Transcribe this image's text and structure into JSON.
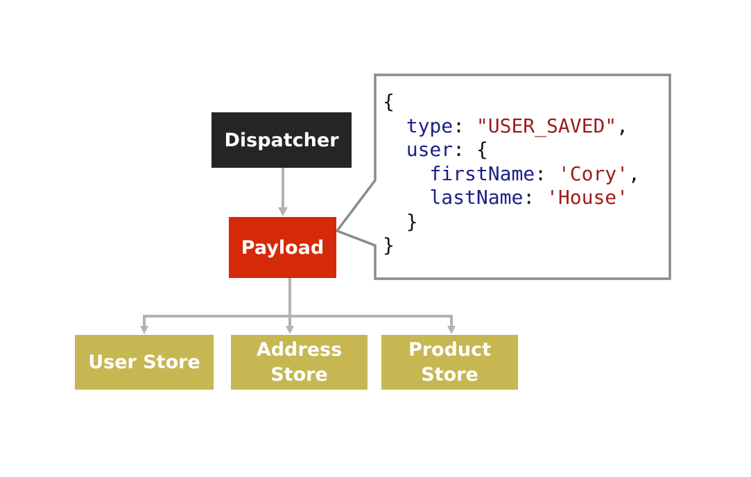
{
  "diagram": {
    "dispatcher": "Dispatcher",
    "payload": "Payload",
    "stores": {
      "user": [
        "User Store"
      ],
      "address": [
        "Address",
        "Store"
      ],
      "product": [
        "Product",
        "Store"
      ]
    },
    "code": {
      "open": "{",
      "type_key": "type",
      "type_value": "\"USER_SAVED\"",
      "user_key": "user",
      "first_key": "firstName",
      "first_value": "'Cory'",
      "last_key": "lastName",
      "last_value": "'House'",
      "inner_close": "}",
      "close": "}"
    }
  },
  "colors": {
    "dispatcher": "#252525",
    "payload": "#d42a0a",
    "store": "#c6b752",
    "connector": "#b3b3b3",
    "callout_border": "#8a8a8a",
    "code_key": "#1a1f86",
    "code_string": "#9b1b1b"
  }
}
